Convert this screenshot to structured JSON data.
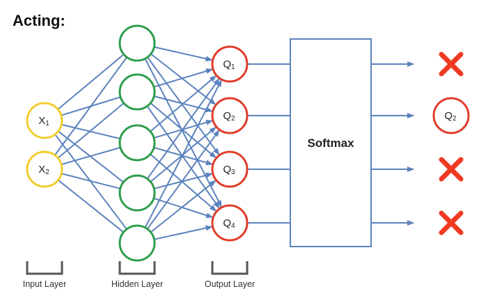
{
  "title": "Acting:",
  "input_nodes": [
    {
      "label": "X",
      "sub": "1"
    },
    {
      "label": "X",
      "sub": "2"
    }
  ],
  "hidden_node_count": 5,
  "output_nodes": [
    {
      "label": "Q",
      "sub": "1"
    },
    {
      "label": "Q",
      "sub": "2"
    },
    {
      "label": "Q",
      "sub": "3"
    },
    {
      "label": "Q",
      "sub": "4"
    }
  ],
  "softmax_label": "Softmax",
  "results": [
    {
      "kind": "cross"
    },
    {
      "kind": "selected",
      "label": "Q",
      "sub": "2"
    },
    {
      "kind": "cross"
    },
    {
      "kind": "cross"
    }
  ],
  "layer_labels": {
    "input": "Input Layer",
    "hidden": "Hidden Layer",
    "output": "Output Layer"
  },
  "colors": {
    "input_stroke": "#f2cd2e",
    "hidden_stroke": "#2e9e4b",
    "output_stroke": "#e03c2a",
    "edge": "#5b82bd",
    "cross": "#f03a22",
    "bracket": "#555555"
  }
}
